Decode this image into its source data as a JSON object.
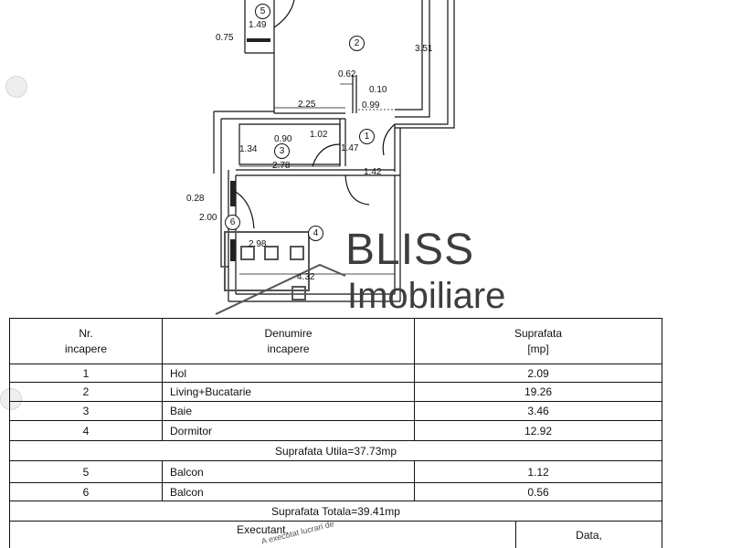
{
  "plan": {
    "dims": {
      "d149": "1.49",
      "d075": "0.75",
      "d351": "3.51",
      "d062": "0.62",
      "d010": "0.10",
      "d225": "2.25",
      "d099": "0.99",
      "d090": "0.90",
      "d102": "1.02",
      "d134": "1.34",
      "d147": "1.47",
      "d278": "2.78",
      "d142": "1.42",
      "d028": "0.28",
      "d200": "2.00",
      "d298": "2.98",
      "d432": "4.32"
    },
    "rooms": [
      "1",
      "2",
      "3",
      "4",
      "5",
      "6"
    ]
  },
  "logo": {
    "brand": "BLISS",
    "sub": "Imobiliare"
  },
  "table": {
    "headers": {
      "nr": "Nr.\nincapere",
      "name": "Denumire\nincapere",
      "area": "Suprafata\n[mp]"
    },
    "rows": [
      {
        "nr": "1",
        "name": "Hol",
        "area": "2.09"
      },
      {
        "nr": "2",
        "name": "Living+Bucatarie",
        "area": "19.26"
      },
      {
        "nr": "3",
        "name": "Baie",
        "area": "3.46"
      },
      {
        "nr": "4",
        "name": "Dormitor",
        "area": "12.92"
      }
    ],
    "useful_total": "Suprafata Utila=37.73mp",
    "balcony_rows": [
      {
        "nr": "5",
        "name": "Balcon",
        "area": "1.12"
      },
      {
        "nr": "6",
        "name": "Balcon",
        "area": "0.56"
      }
    ],
    "grand_total": "Suprafata Totala=39.41mp",
    "footer": {
      "executant": "Executant,",
      "data": "Data,"
    },
    "stamp_text": "A executat lucrari de"
  }
}
